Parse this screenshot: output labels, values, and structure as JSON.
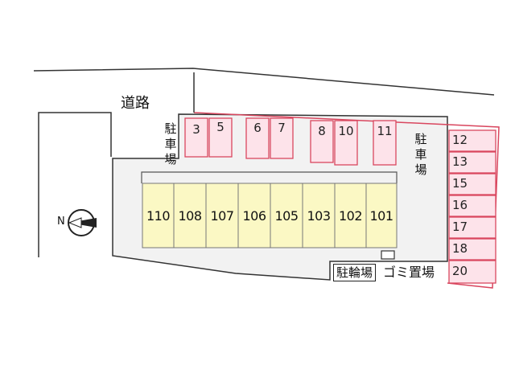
{
  "labels": {
    "road": "道路",
    "parking_left": "駐車場",
    "parking_right": "駐車場",
    "bicycle_parking": "駐輪場",
    "garbage": "ゴミ置場",
    "compass_north": "N"
  },
  "top_stalls": [
    "3",
    "5",
    "6",
    "7",
    "8",
    "10",
    "11"
  ],
  "right_stalls": [
    "12",
    "13",
    "15",
    "16",
    "17",
    "18",
    "20"
  ],
  "units": [
    "110",
    "108",
    "107",
    "106",
    "105",
    "103",
    "102",
    "101"
  ],
  "colors": {
    "stall_fill": "#fde3ea",
    "stall_border": "#d9475f",
    "building_fill": "#fbf8c4",
    "lot_fill": "#f2f2f2",
    "line": "#333333"
  }
}
